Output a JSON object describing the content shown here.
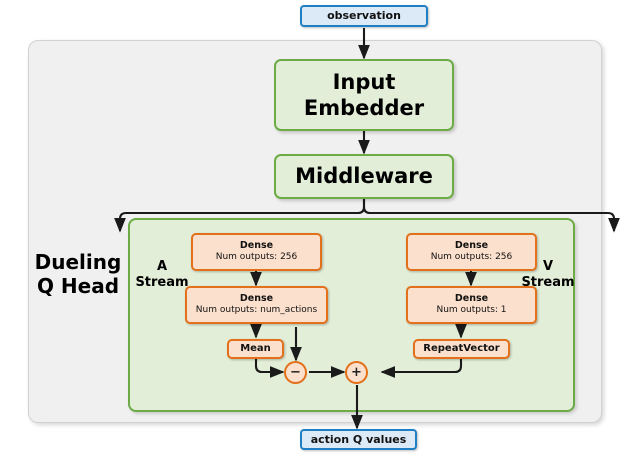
{
  "diagram": {
    "title_label": "Dueling Q Head",
    "input_node": {
      "label": "observation"
    },
    "output_node": {
      "label": "action Q values"
    },
    "blocks": [
      {
        "name": "input-embedder",
        "label": "Input Embedder"
      },
      {
        "name": "middleware",
        "label": "Middleware"
      }
    ],
    "streams": {
      "advantage": {
        "label": "A\nStream",
        "label_line1": "A",
        "label_line2": "Stream",
        "layers": [
          {
            "title": "Dense",
            "subtitle": "Num outputs: 256"
          },
          {
            "title": "Dense",
            "subtitle": "Num outputs: num_actions"
          },
          {
            "title": "Mean",
            "subtitle": ""
          }
        ]
      },
      "value": {
        "label": "V\nStream",
        "label_line1": "V",
        "label_line2": "Stream",
        "layers": [
          {
            "title": "Dense",
            "subtitle": "Num outputs: 256"
          },
          {
            "title": "Dense",
            "subtitle": "Num outputs: 1"
          },
          {
            "title": "RepeatVector",
            "subtitle": ""
          }
        ]
      }
    },
    "operators": [
      {
        "name": "subtract",
        "symbol": "−"
      },
      {
        "name": "add",
        "symbol": "+"
      }
    ],
    "colors": {
      "io_fill": "#dce9f7",
      "io_stroke": "#1f7fc4",
      "green_fill": "#e2eed8",
      "green_stroke": "#6cab46",
      "orange_fill": "#fbe0cd",
      "orange_stroke": "#e3701a",
      "container_fill": "#f0f0f0",
      "container_stroke": "#d2d2d2",
      "edge": "#1a1a1a",
      "page_background": "#ffffff"
    }
  }
}
